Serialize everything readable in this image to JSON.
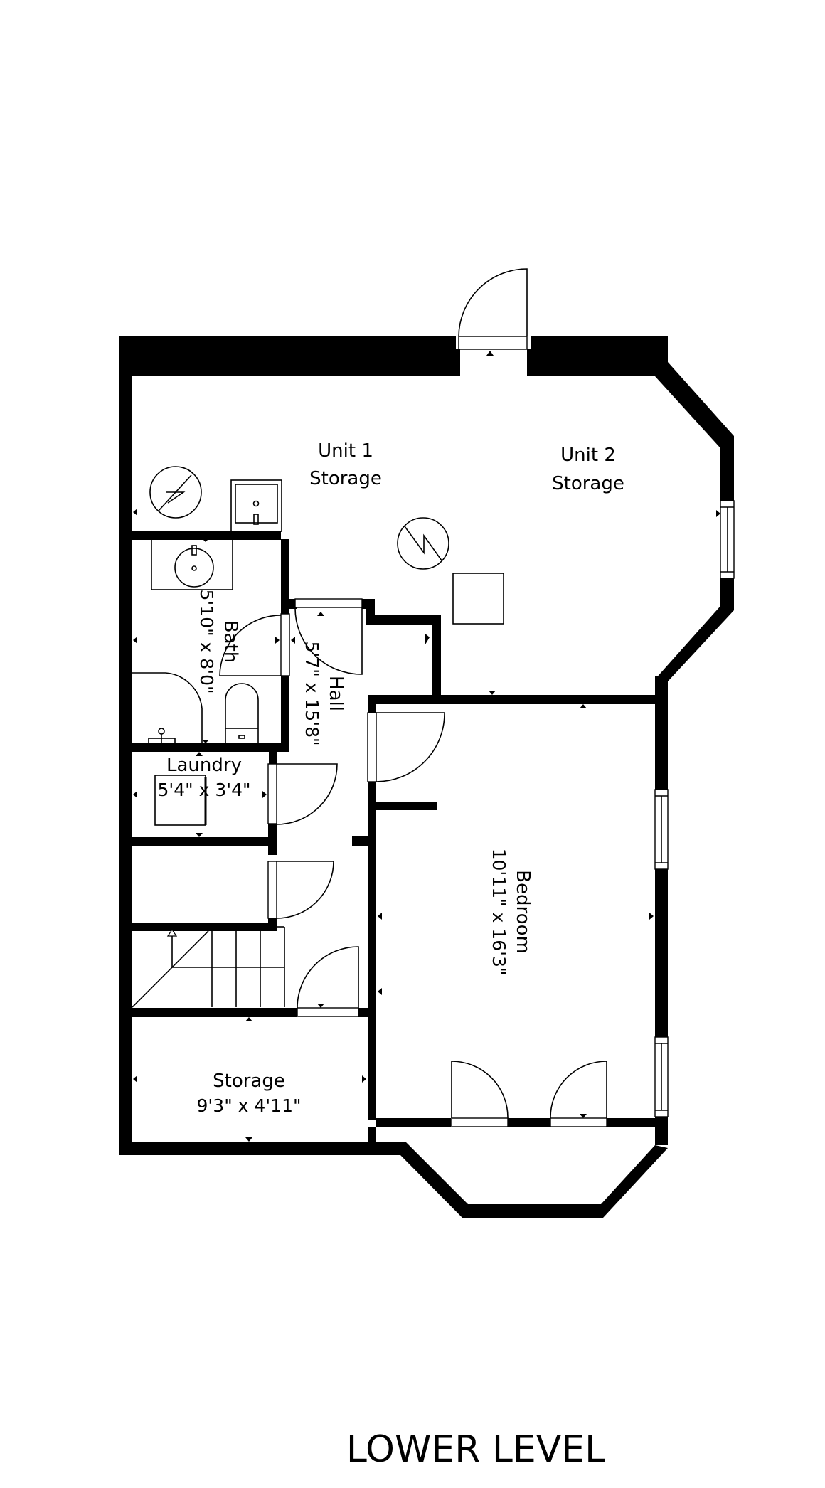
{
  "floorplan": {
    "level_label": "LOWER LEVEL",
    "rooms": [
      {
        "id": "unit1",
        "name_line1": "Unit 1",
        "name_line2": "Storage",
        "dims": ""
      },
      {
        "id": "unit2",
        "name_line1": "Unit 2",
        "name_line2": "Storage",
        "dims": ""
      },
      {
        "id": "bath",
        "name": "Bath",
        "dims": "5'10\" x 8'0\""
      },
      {
        "id": "hall",
        "name": "Hall",
        "dims": "5'7\" x 15'8\""
      },
      {
        "id": "laundry",
        "name": "Laundry",
        "dims": "5'4\" x 3'4\""
      },
      {
        "id": "bedroom",
        "name": "Bedroom",
        "dims": "10'11\" x 16'3\""
      },
      {
        "id": "storage",
        "name": "Storage",
        "dims": "9'3\" x 4'11\""
      }
    ],
    "fixtures": [
      "electric-panel-icon",
      "utility-sink-icon",
      "water-heater-icon",
      "furnace-icon",
      "bathroom-sink-icon",
      "shower-icon",
      "toilet-icon",
      "washer-icon",
      "stairs-icon"
    ],
    "colors": {
      "wall": "#000000",
      "background": "#ffffff"
    }
  }
}
